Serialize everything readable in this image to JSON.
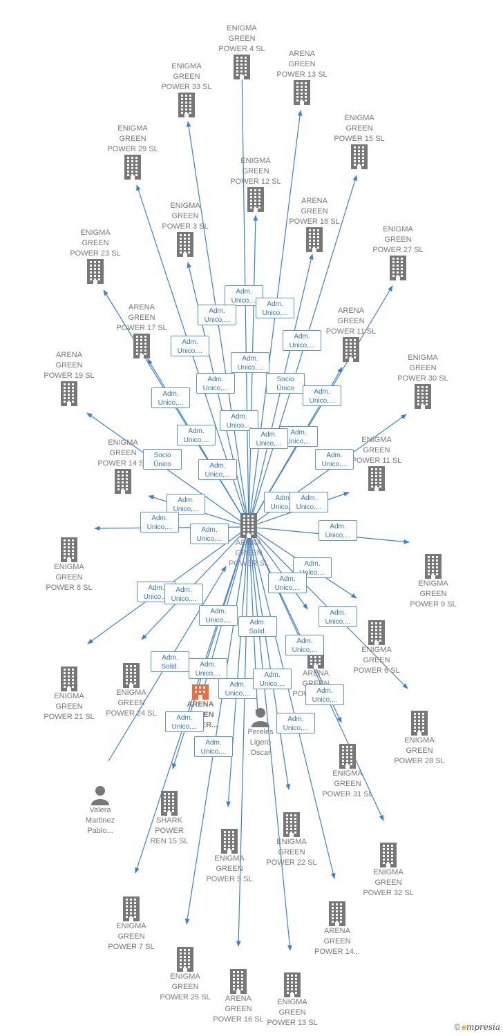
{
  "center_label": "ARENA\nGREEN\nPOWER  SL",
  "nodes": [
    {
      "id": "eg4",
      "label": "ENIGMA\nGREEN\nPOWER 4  SL",
      "type": "company"
    },
    {
      "id": "ag13a",
      "label": "ARENA\nGREEN\nPOWER 13  SL",
      "type": "company"
    },
    {
      "id": "eg33",
      "label": "ENIGMA\nGREEN\nPOWER 33  SL",
      "type": "company"
    },
    {
      "id": "eg15",
      "label": "ENIGMA\nGREEN\nPOWER 15  SL",
      "type": "company"
    },
    {
      "id": "eg29",
      "label": "ENIGMA\nGREEN\nPOWER 29  SL",
      "type": "company"
    },
    {
      "id": "eg12",
      "label": "ENIGMA\nGREEN\nPOWER 12  SL",
      "type": "company"
    },
    {
      "id": "ag18",
      "label": "ARENA\nGREEN\nPOWER 18  SL",
      "type": "company"
    },
    {
      "id": "eg3",
      "label": "ENIGMA\nGREEN\nPOWER 3  SL",
      "type": "company"
    },
    {
      "id": "eg27",
      "label": "ENIGMA\nGREEN\nPOWER 27  SL",
      "type": "company"
    },
    {
      "id": "eg23",
      "label": "ENIGMA\nGREEN\nPOWER 23  SL",
      "type": "company"
    },
    {
      "id": "ag17",
      "label": "ARENA\nGREEN\nPOWER 17  SL",
      "type": "company"
    },
    {
      "id": "ag11",
      "label": "ARENA\nGREEN\nPOWER 11  SL",
      "type": "company"
    },
    {
      "id": "ag19",
      "label": "ARENA\nGREEN\nPOWER 19  SL",
      "type": "company"
    },
    {
      "id": "eg30",
      "label": "ENIGMA\nGREEN\nPOWER 30  SL",
      "type": "company"
    },
    {
      "id": "eg14",
      "label": "ENIGMA\nGREEN\nPOWER 14  SL",
      "type": "company"
    },
    {
      "id": "eg11",
      "label": "ENIGMA\nGREEN\nPOWER 11  SL",
      "type": "company"
    },
    {
      "id": "eg8",
      "label": "ENIGMA\nGREEN\nPOWER 8  SL",
      "type": "company"
    },
    {
      "id": "eg9",
      "label": "ENIGMA\nGREEN\nPOWER 9  SL",
      "type": "company"
    },
    {
      "id": "eg6",
      "label": "ENIGMA\nGREEN\nPOWER 6  SL",
      "type": "company"
    },
    {
      "id": "eg21",
      "label": "ENIGMA\nGREEN\nPOWER 21  SL",
      "type": "company"
    },
    {
      "id": "eg24",
      "label": "ENIGMA\nGREEN\nPOWER 24  SL",
      "type": "company"
    },
    {
      "id": "ag1",
      "label": "ARENA\nGREEN\nPOWER 1  SL",
      "type": "company"
    },
    {
      "id": "arena_hl",
      "label": "ARENA\nGREEN\nPOWER...",
      "type": "company_highlight"
    },
    {
      "id": "pereles",
      "label": "Pereles\nLigero\nOscar",
      "type": "person"
    },
    {
      "id": "eg28",
      "label": "ENIGMA\nGREEN\nPOWER 28  SL",
      "type": "company"
    },
    {
      "id": "eg31",
      "label": "ENIGMA\nGREEN\nPOWER 31  SL",
      "type": "company"
    },
    {
      "id": "valera",
      "label": "Valera\nMartinez\nPablo...",
      "type": "person"
    },
    {
      "id": "shark",
      "label": "SHARK\nPOWER\nREN 15  SL",
      "type": "company"
    },
    {
      "id": "eg22",
      "label": "ENIGMA\nGREEN\nPOWER 22  SL",
      "type": "company"
    },
    {
      "id": "eg5",
      "label": "ENIGMA\nGREEN\nPOWER 5  SL",
      "type": "company"
    },
    {
      "id": "eg32",
      "label": "ENIGMA\nGREEN\nPOWER 32  SL",
      "type": "company"
    },
    {
      "id": "eg7",
      "label": "ENIGMA\nGREEN\nPOWER 7  SL",
      "type": "company"
    },
    {
      "id": "ag14",
      "label": "ARENA\nGREEN\nPOWER 14...",
      "type": "company"
    },
    {
      "id": "eg25",
      "label": "ENIGMA\nGREEN\nPOWER 25  SL",
      "type": "company"
    },
    {
      "id": "ag16",
      "label": "ARENA\nGREEN\nPOWER 16  SL",
      "type": "company"
    },
    {
      "id": "eg13",
      "label": "ENIGMA\nGREEN\nPOWER 13  SL",
      "type": "company"
    }
  ],
  "relations": [
    "Adm.\nUnico,...",
    "Adm.\nUnico,...",
    "Adm.\nUnico,...",
    "Adm.\nUnico,...",
    "Adm.\nUnico,...",
    "Adm.\nUnico,...",
    "Socio\nÚnico",
    "Adm.\nUnico,...",
    "Adm.\nUnico,...",
    "Adm.\nUnico,...",
    "Adm.\nUnico,...",
    "Adm.\nUnico,...",
    "Adm.\nUnico,...",
    "Socio\nÚnico",
    "Adm.\nUnico,...",
    "Adm.\nUnico,...",
    "Adm.\nUnico,...",
    "Adm.\nUnico,...",
    "Adm.\nUnico,...",
    "Adm.\nUnico,...",
    "Adm.\nUnico,...",
    "Adm.\nUnico,...",
    "Adm.\nUnico,...",
    "Adm.\nUnico,...",
    "Adm.\nUnico,...",
    "Adm.\nUnico,...",
    "Adm.\nUnico,...",
    "Adm.\nSolid.",
    "Adm.\nSolid.",
    "Adm.\nUnico,...",
    "Adm.\nUnico,...",
    "Adm.\nUnico,...",
    "Adm.\nUnico,...",
    "Adm.\nUnico,...",
    "Adm.\nUnico,...",
    "Adm.\nUnico,...",
    "Adm.\nUnico,...",
    "Adm.\nUnico,...",
    "Adm.\nUnico,..."
  ],
  "colors": {
    "edge": "#3a7fd5",
    "node_icon": "#777777",
    "highlight_icon": "#f26b3a"
  },
  "icons": {
    "company": "building-icon",
    "person": "person-icon"
  },
  "footer": {
    "copyright": "©",
    "brand": "mpresia",
    "brand_initial": "e"
  }
}
